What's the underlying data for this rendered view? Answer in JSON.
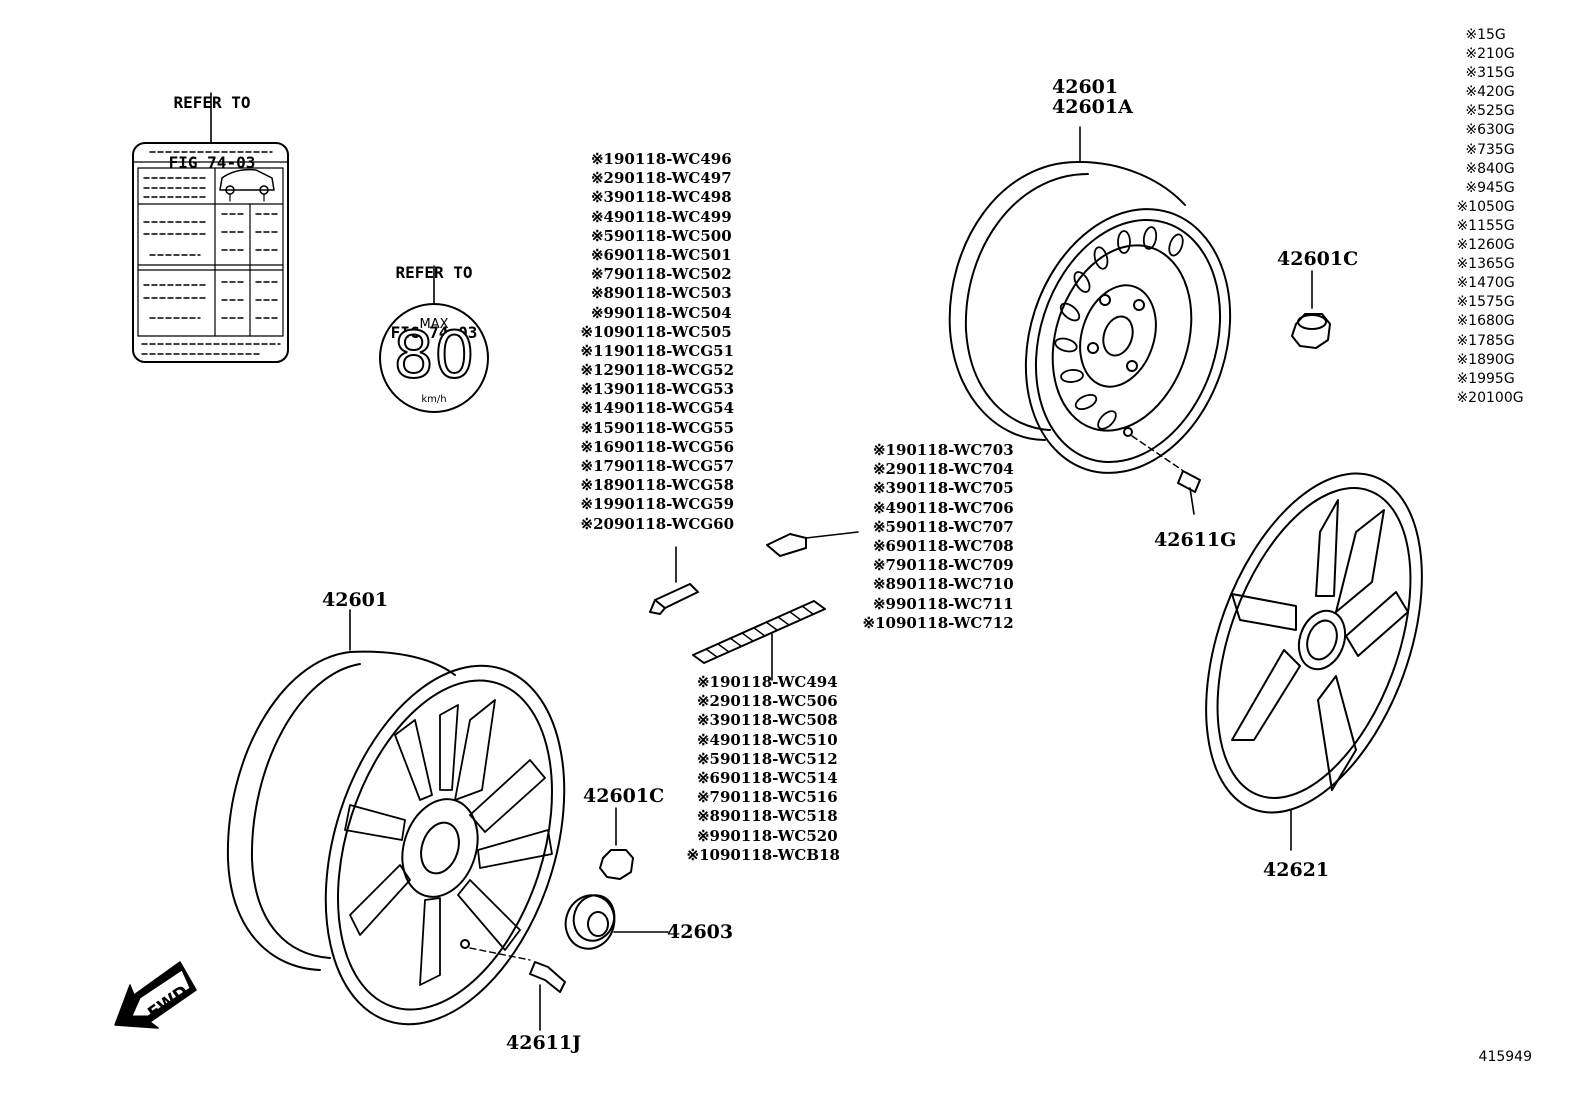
{
  "refer_label": {
    "line1": "REFER TO",
    "line2": "FIG 74-03"
  },
  "speed_sticker": {
    "max": "MAX",
    "value": "80",
    "unit": "km/h"
  },
  "fwd_text": "FWD",
  "part_labels": {
    "wheel_steel": "42601",
    "wheel_steel_alt": "42601A",
    "nut_top": "42601C",
    "valve_top": "42611G",
    "wheel_cap": "42621",
    "wheel_alloy": "42601",
    "nut_bottom": "42601C",
    "center_ornament": "42603",
    "valve_bottom": "42611J"
  },
  "weight_list_clip": [
    {
      "mark": "※1",
      "part": "90118-WC496"
    },
    {
      "mark": "※2",
      "part": "90118-WC497"
    },
    {
      "mark": "※3",
      "part": "90118-WC498"
    },
    {
      "mark": "※4",
      "part": "90118-WC499"
    },
    {
      "mark": "※5",
      "part": "90118-WC500"
    },
    {
      "mark": "※6",
      "part": "90118-WC501"
    },
    {
      "mark": "※7",
      "part": "90118-WC502"
    },
    {
      "mark": "※8",
      "part": "90118-WC503"
    },
    {
      "mark": "※9",
      "part": "90118-WC504"
    },
    {
      "mark": "※10",
      "part": "90118-WC505"
    },
    {
      "mark": "※11",
      "part": "90118-WCG51"
    },
    {
      "mark": "※12",
      "part": "90118-WCG52"
    },
    {
      "mark": "※13",
      "part": "90118-WCG53"
    },
    {
      "mark": "※14",
      "part": "90118-WCG54"
    },
    {
      "mark": "※15",
      "part": "90118-WCG55"
    },
    {
      "mark": "※16",
      "part": "90118-WCG56"
    },
    {
      "mark": "※17",
      "part": "90118-WCG57"
    },
    {
      "mark": "※18",
      "part": "90118-WCG58"
    },
    {
      "mark": "※19",
      "part": "90118-WCG59"
    },
    {
      "mark": "※20",
      "part": "90118-WCG60"
    }
  ],
  "weight_list_steel": [
    {
      "mark": "※1",
      "part": "90118-WC703"
    },
    {
      "mark": "※2",
      "part": "90118-WC704"
    },
    {
      "mark": "※3",
      "part": "90118-WC705"
    },
    {
      "mark": "※4",
      "part": "90118-WC706"
    },
    {
      "mark": "※5",
      "part": "90118-WC707"
    },
    {
      "mark": "※6",
      "part": "90118-WC708"
    },
    {
      "mark": "※7",
      "part": "90118-WC709"
    },
    {
      "mark": "※8",
      "part": "90118-WC710"
    },
    {
      "mark": "※9",
      "part": "90118-WC711"
    },
    {
      "mark": "※10",
      "part": "90118-WC712"
    }
  ],
  "weight_list_adhesive": [
    {
      "mark": "※1",
      "part": "90118-WC494"
    },
    {
      "mark": "※2",
      "part": "90118-WC506"
    },
    {
      "mark": "※3",
      "part": "90118-WC508"
    },
    {
      "mark": "※4",
      "part": "90118-WC510"
    },
    {
      "mark": "※5",
      "part": "90118-WC512"
    },
    {
      "mark": "※6",
      "part": "90118-WC514"
    },
    {
      "mark": "※7",
      "part": "90118-WC516"
    },
    {
      "mark": "※8",
      "part": "90118-WC518"
    },
    {
      "mark": "※9",
      "part": "90118-WC520"
    },
    {
      "mark": "※10",
      "part": "90118-WCB18"
    }
  ],
  "weight_legend": [
    {
      "mark": "※1",
      "weight": "5G"
    },
    {
      "mark": "※2",
      "weight": "10G"
    },
    {
      "mark": "※3",
      "weight": "15G"
    },
    {
      "mark": "※4",
      "weight": "20G"
    },
    {
      "mark": "※5",
      "weight": "25G"
    },
    {
      "mark": "※6",
      "weight": "30G"
    },
    {
      "mark": "※7",
      "weight": "35G"
    },
    {
      "mark": "※8",
      "weight": "40G"
    },
    {
      "mark": "※9",
      "weight": "45G"
    },
    {
      "mark": "※10",
      "weight": "50G"
    },
    {
      "mark": "※11",
      "weight": "55G"
    },
    {
      "mark": "※12",
      "weight": "60G"
    },
    {
      "mark": "※13",
      "weight": "65G"
    },
    {
      "mark": "※14",
      "weight": "70G"
    },
    {
      "mark": "※15",
      "weight": "75G"
    },
    {
      "mark": "※16",
      "weight": "80G"
    },
    {
      "mark": "※17",
      "weight": "85G"
    },
    {
      "mark": "※18",
      "weight": "90G"
    },
    {
      "mark": "※19",
      "weight": "95G"
    },
    {
      "mark": "※20",
      "weight": "100G"
    }
  ],
  "illustration_code": "415949"
}
